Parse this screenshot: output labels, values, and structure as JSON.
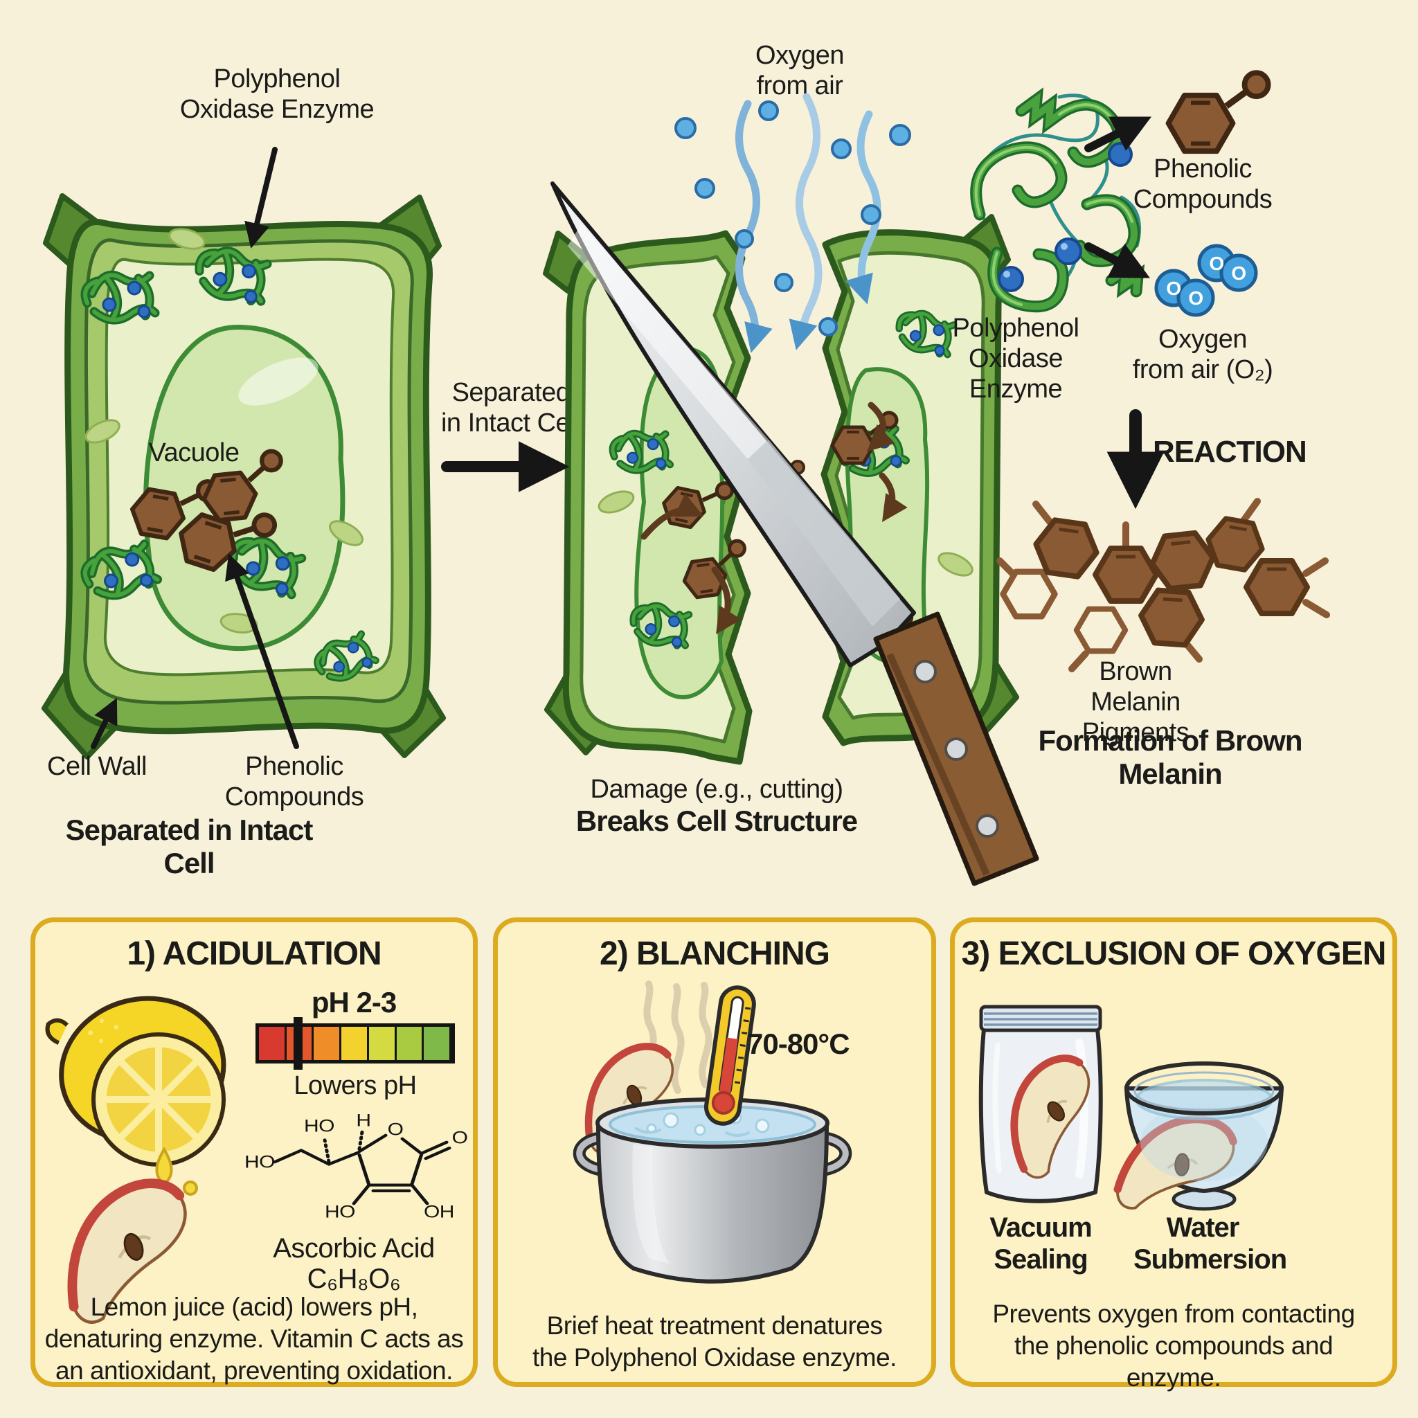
{
  "colors": {
    "background": "#f8f1da",
    "panel_bg": "#fcf2c6",
    "panel_border": "#dcab1f",
    "ink": "#1b1b19"
  },
  "stage1": {
    "enzyme_label": "Polyphenol\nOxidase Enzyme",
    "vacuole_label": "Vacuole",
    "cell_wall_label": "Cell Wall",
    "phenolic_label": "Phenolic Compounds",
    "caption": "Separated in Intact Cell"
  },
  "transition": {
    "label": "Separated\nin Intact Cell"
  },
  "stage2": {
    "oxygen_label": "Oxygen\nfrom air",
    "caption_line1": "Damage (e.g., cutting)",
    "caption_line2": "Breaks Cell Structure"
  },
  "stage3": {
    "enzyme_label": "Polyphenol\nOxidase\nEnzyme",
    "phenolic_label": "Phenolic\nCompounds",
    "oxygen_label": "Oxygen\nfrom air (O₂)",
    "reaction_label": "REACTION",
    "melanin_label": "Brown Melanin\nPigments",
    "caption": "Formation of Brown Melanin",
    "o_symbol": "O"
  },
  "acidulation": {
    "title": "1) ACIDULATION",
    "ph_value": "pH 2-3",
    "ph_caption": "Lowers pH",
    "acid_name": "Ascorbic Acid",
    "acid_formula": "C₆H₈O₆",
    "description": "Lemon juice (acid) lowers pH,\ndenaturing enzyme. Vitamin C acts as\nan antioxidant, preventing oxidation.",
    "ph_scale_colors": [
      "#d93a30",
      "#e4572c",
      "#ef8d28",
      "#f3d12f",
      "#d3db41",
      "#a9cb42",
      "#7fb94a"
    ],
    "structure_labels": {
      "ho_chain": "HO",
      "ho_wedge": "HO",
      "h": "H",
      "ring_o": "O",
      "carbonyl_o": "O",
      "ho_ring": "HO",
      "oh_ring": "OH"
    }
  },
  "blanching": {
    "title": "2) BLANCHING",
    "temperature": "70-80°C",
    "description": "Brief heat treatment denatures\nthe Polyphenol Oxidase enzyme."
  },
  "exclusion": {
    "title": "3) EXCLUSION OF OXYGEN",
    "method_1": "Vacuum\nSealing",
    "method_2": "Water\nSubmersion",
    "description": "Prevents oxygen from contacting\nthe phenolic compounds and\nenzyme."
  }
}
